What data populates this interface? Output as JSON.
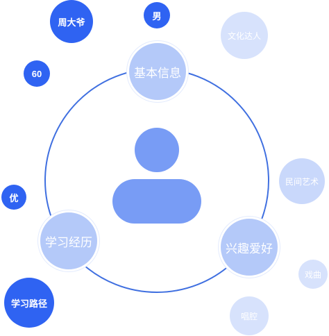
{
  "center": {
    "icon": "person-icon"
  },
  "main_nodes": {
    "basic_info": "基本信息",
    "learning": "学习经历",
    "hobbies": "兴趣爱好"
  },
  "tags": {
    "name": "周大爷",
    "gender": "男",
    "age": "60",
    "level": "优",
    "path": "学习路径",
    "culture": "文化达人",
    "folk_art": "民间艺术",
    "opera": "戏曲",
    "singing": "唱腔"
  },
  "colors": {
    "dark": "#2f63f2",
    "ring": "#3f6fe0",
    "avatar": "#789cf5",
    "light": "#c9d8fb"
  }
}
